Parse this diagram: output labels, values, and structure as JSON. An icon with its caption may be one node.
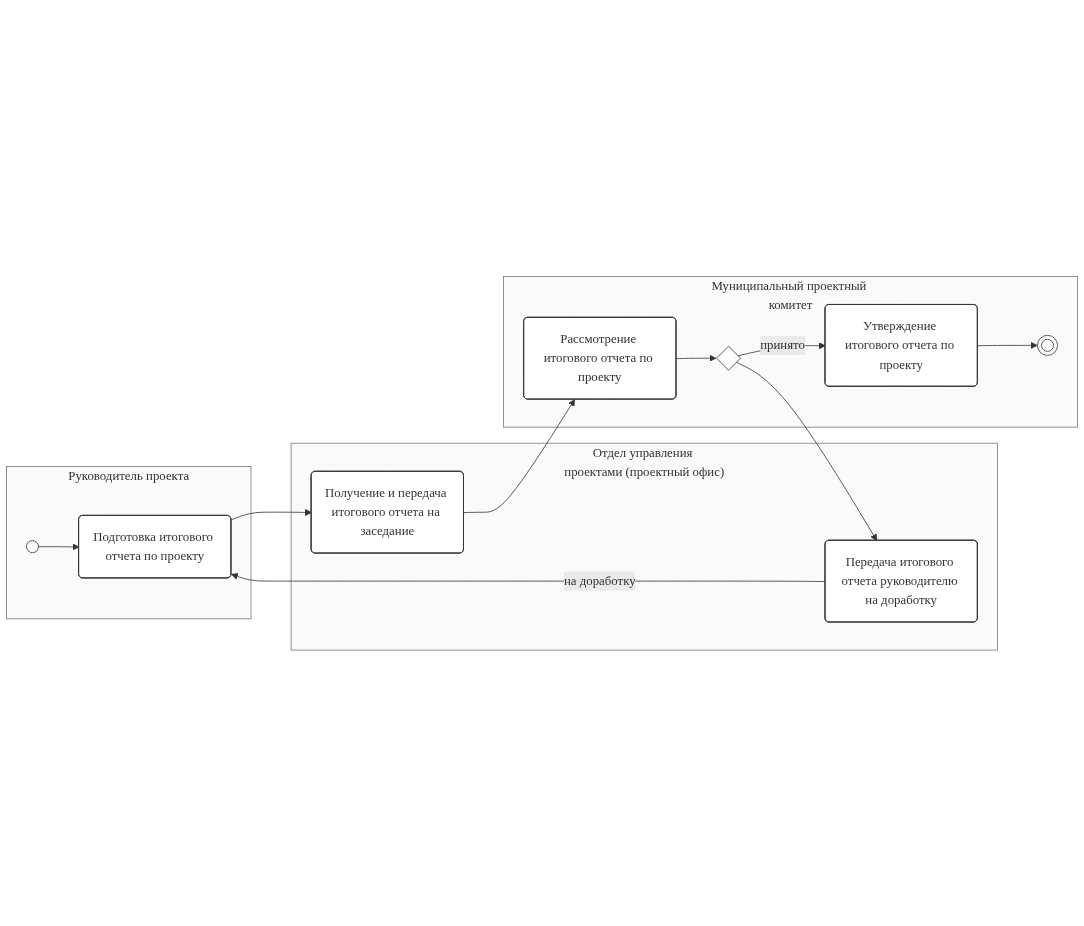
{
  "diagram": {
    "nodes": [
      {
        "text": [
          "Руководитель проекта"
        ]
      },
      {
        "text": [],
        "shape": "circle",
        "in": 0
      },
      {
        "text": [
          "Подготовка итогового отчета по проекту"
        ],
        "in": 0
      },
      {
        "text": [
          "Отдел управления проектами (проектный офис)"
        ]
      },
      {
        "text": [
          "Получение и передача итогового отчета на заседание"
        ],
        "in": 3
      },
      {
        "text": [
          "Передача итогового отчета руководителю на доработку"
        ],
        "in": 3
      },
      {
        "text": [
          "Муниципальный проектный комитет"
        ]
      },
      {
        "text": [
          "Рассмотрение итогового отчета по проекту"
        ],
        "in": 6
      },
      {
        "text": [],
        "shape": "diamond",
        "in": 6
      },
      {
        "text": [
          "Утверждение итогового отчета по проекту"
        ],
        "in": 6
      },
      {
        "text": [],
        "shape": "double-circle",
        "in": 6
      }
    ],
    "edges": [
      {
        "from": 1,
        "to": 2,
        "arrow": "to"
      },
      {
        "from": 2,
        "to": 4,
        "arrow": "to"
      },
      {
        "from": 4,
        "to": 7,
        "arrow": "to"
      },
      {
        "from": 7,
        "to": 8,
        "arrow": "to"
      },
      {
        "from": 8,
        "to": 9,
        "arrow": "to",
        "label": "принято"
      },
      {
        "from": 9,
        "to": 10,
        "arrow": "to"
      },
      {
        "from": 8,
        "to": 5,
        "arrow": "to"
      },
      {
        "from": 5,
        "to": 2,
        "arrow": "to",
        "label": "на доработку"
      }
    ]
  }
}
